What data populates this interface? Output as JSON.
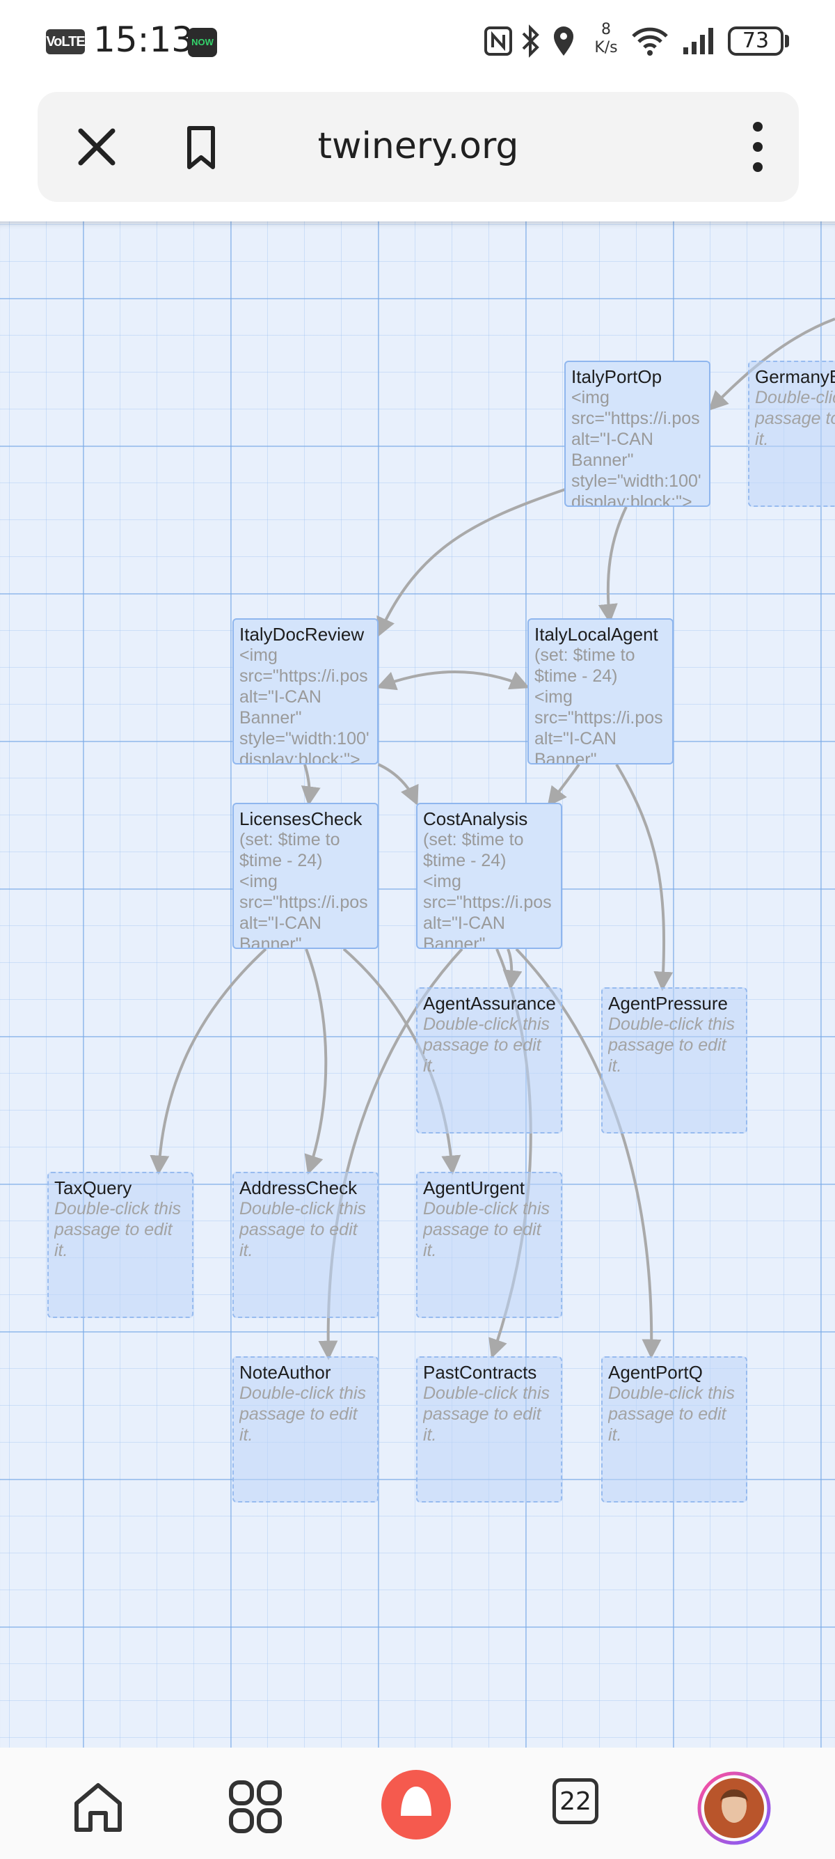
{
  "status_bar": {
    "network_badge": "VoLTE",
    "time": "15:13",
    "app_badge": "NOW",
    "net_speed_value": "8",
    "net_speed_unit": "K/s",
    "battery": "73",
    "icons": [
      "nfc-icon",
      "bluetooth-icon",
      "location-icon",
      "wifi-icon",
      "signal-icon",
      "battery-icon"
    ]
  },
  "browser": {
    "url": "twinery.org",
    "tab_count": "22",
    "accent_color": "#f55a4e"
  },
  "passages": [
    {
      "id": "ItalyPortOp",
      "title": "ItalyPortOp",
      "excerpt": "<img\nsrc=\"https://i.pos\nalt=\"I-CAN\nBanner\"\nstyle=\"width:100'\ndisplay:block;\">",
      "empty": false
    },
    {
      "id": "GermanyB",
      "title": "GermanyB",
      "excerpt": "Double-click this passage to edit it.",
      "empty": true
    },
    {
      "id": "ItalyDocReview",
      "title": "ItalyDocReview",
      "excerpt": "<img\nsrc=\"https://i.pos\nalt=\"I-CAN\nBanner\"\nstyle=\"width:100'\ndisplay:block;\">",
      "empty": false
    },
    {
      "id": "ItalyLocalAgent",
      "title": "ItalyLocalAgent",
      "excerpt": "(set: $time to\n$time - 24)\n<img\nsrc=\"https://i.pos\nalt=\"I-CAN\nBanner\"",
      "empty": false
    },
    {
      "id": "LicensesCheck",
      "title": "LicensesCheck",
      "excerpt": "(set: $time to\n$time - 24)\n<img\nsrc=\"https://i.pos\nalt=\"I-CAN\nBanner\"",
      "empty": false
    },
    {
      "id": "CostAnalysis",
      "title": "CostAnalysis",
      "excerpt": "(set: $time to\n$time - 24)\n<img\nsrc=\"https://i.pos\nalt=\"I-CAN\nBanner\"",
      "empty": false
    },
    {
      "id": "AgentAssurance",
      "title": "AgentAssurance",
      "excerpt": "Double-click this passage to edit it.",
      "empty": true
    },
    {
      "id": "AgentPressure",
      "title": "AgentPressure",
      "excerpt": "Double-click this passage to edit it.",
      "empty": true
    },
    {
      "id": "TaxQuery",
      "title": "TaxQuery",
      "excerpt": "Double-click this passage to edit it.",
      "empty": true
    },
    {
      "id": "AddressCheck",
      "title": "AddressCheck",
      "excerpt": "Double-click this passage to edit it.",
      "empty": true
    },
    {
      "id": "AgentUrgent",
      "title": "AgentUrgent",
      "excerpt": "Double-click this passage to edit it.",
      "empty": true
    },
    {
      "id": "NoteAuthor",
      "title": "NoteAuthor",
      "excerpt": "Double-click this passage to edit it.",
      "empty": true
    },
    {
      "id": "PastContracts",
      "title": "PastContracts",
      "excerpt": "Double-click this passage to edit it.",
      "empty": true
    },
    {
      "id": "AgentPortQ",
      "title": "AgentPortQ",
      "excerpt": "Double-click this passage to edit it.",
      "empty": true
    }
  ],
  "links": [
    {
      "from": "GermanyB",
      "to": "ItalyPortOp"
    },
    {
      "from": "ItalyPortOp",
      "to": "ItalyDocReview"
    },
    {
      "from": "ItalyPortOp",
      "to": "ItalyLocalAgent"
    },
    {
      "from": "ItalyDocReview",
      "to": "ItalyLocalAgent",
      "bidirectional": true
    },
    {
      "from": "ItalyDocReview",
      "to": "LicensesCheck"
    },
    {
      "from": "ItalyDocReview",
      "to": "CostAnalysis"
    },
    {
      "from": "ItalyLocalAgent",
      "to": "AgentPressure"
    },
    {
      "from": "ItalyLocalAgent",
      "to": "CostAnalysis"
    },
    {
      "from": "LicensesCheck",
      "to": "TaxQuery"
    },
    {
      "from": "LicensesCheck",
      "to": "AddressCheck"
    },
    {
      "from": "LicensesCheck",
      "to": "AgentUrgent"
    },
    {
      "from": "CostAnalysis",
      "to": "AgentAssurance"
    },
    {
      "from": "CostAnalysis",
      "to": "NoteAuthor"
    },
    {
      "from": "CostAnalysis",
      "to": "PastContracts"
    },
    {
      "from": "CostAnalysis",
      "to": "AgentPortQ"
    }
  ]
}
